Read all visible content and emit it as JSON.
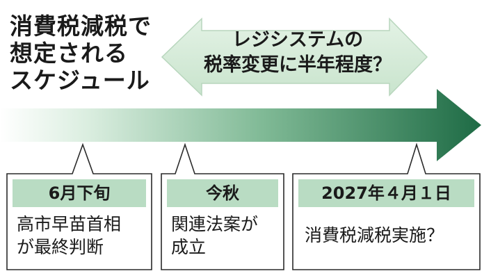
{
  "title": {
    "lines": [
      "消費税減税で",
      "想定される",
      "スケジュール"
    ]
  },
  "banner": {
    "lines": [
      "レジシステムの",
      "税率変更に半年程度？"
    ]
  },
  "colors": {
    "timeline_dark": "#1e6b45",
    "label_bar": "#b9dcc3",
    "banner_fill": "#d6ecd9",
    "banner_edge": "#b8d6bd",
    "text": "#1a1a1a"
  },
  "milestones": [
    {
      "heading": "6月下旬",
      "lines": [
        "高市早苗首相",
        "が最終判断"
      ]
    },
    {
      "heading": "今秋",
      "lines": [
        "関連法案が",
        "成立"
      ]
    },
    {
      "heading": "2027年４月１日",
      "lines": [
        "消費税減税実施？"
      ]
    }
  ]
}
